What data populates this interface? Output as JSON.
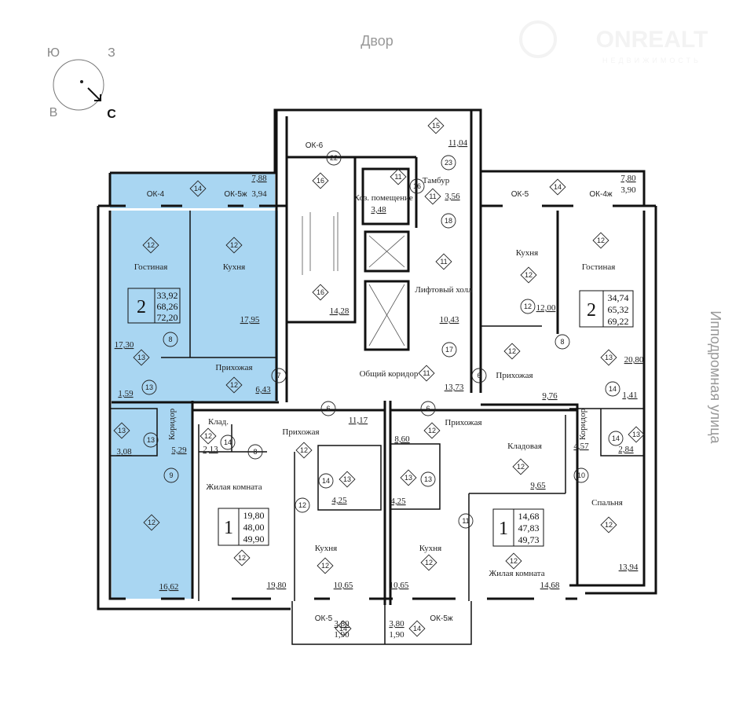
{
  "header": {
    "courtyard": "Двор",
    "street": "Ипподромная улица"
  },
  "logo": {
    "name": "ONREALT",
    "tagline": "НЕДВИЖИМОСТЬ"
  },
  "compass": {
    "south": "Ю",
    "west": "З",
    "east": "В",
    "north": "С"
  },
  "colors": {
    "highlight": "#a9d6f2",
    "walls": "#111111"
  },
  "apt_left_2room": {
    "rooms": 2,
    "living_area": "33,92",
    "total_area": "68,26",
    "total_with_balcony": "72,20",
    "window_1": "ОК-4",
    "window_2": "ОК-5ж",
    "balcony_total": "7,88",
    "balcony_reduced": "3,94",
    "living_room": "Гостиная",
    "kitchen": "Кухня",
    "kitchen_area": "17,95",
    "living_room_area": "17,30",
    "hall": "Прихожая",
    "hall_area": "6,43",
    "wc_area": "1,59",
    "corridor": "Коридор",
    "bath_area": "3,08",
    "corridor_area": "5,29",
    "bedroom_area": "16,62"
  },
  "core": {
    "window": "ОК-6",
    "stair_area": "14,28",
    "utility": "Хоз. помещение",
    "utility_area": "3,48",
    "vestibule": "Тамбур",
    "vestibule_area": "3,56",
    "loggia_area": "11,04",
    "lift_hall": "Лифтовый холл",
    "lift_hall_area": "10,43",
    "corridor": "Общий коридор",
    "corridor_area": "13,73"
  },
  "apt_right_2room": {
    "rooms": 2,
    "living_area": "34,74",
    "total_area": "65,32",
    "total_with_balcony": "69,22",
    "window_1": "ОК-5",
    "window_2": "ОК-4ж",
    "balcony_total": "7,80",
    "balcony_reduced": "3,90",
    "kitchen": "Кухня",
    "kitchen_area": "12,00",
    "living_room": "Гостиная",
    "living_room_area": "20,80",
    "hall": "Прихожая",
    "hall_area": "9,76",
    "wc_area": "1,41",
    "corridor": "Коридор",
    "corridor_area": "4,57",
    "bath_area": "2,84",
    "bedroom": "Спальня",
    "bedroom_area": "13,94"
  },
  "apt_bottom_left_1room": {
    "rooms": 1,
    "living_area": "19,80",
    "total_area": "48,00",
    "total_with_balcony": "49,90",
    "storage": "Клад.",
    "storage_area": "2,13",
    "hall": "Прихожая",
    "hall_area": "11,17",
    "living_room": "Жилая комната",
    "living_room_area": "19,80",
    "bath_area": "4,25",
    "kitchen": "Кухня",
    "kitchen_area": "10,65",
    "window": "ОК-5",
    "balcony_total": "3,80",
    "balcony_reduced": "1,90"
  },
  "apt_bottom_right_1room": {
    "rooms": 1,
    "living_area": "14,68",
    "total_area": "47,83",
    "total_with_balcony": "49,73",
    "hall": "Прихожая",
    "hall_area": "8,60",
    "storage": "Кладовая",
    "storage_area": "9,65",
    "bath_area": "4,25",
    "kitchen": "Кухня",
    "kitchen_area": "10,65",
    "living_room": "Жилая комната",
    "living_room_area": "14,68",
    "window": "ОК-5ж",
    "balcony_total": "3,80",
    "balcony_reduced": "1,90"
  },
  "markers": [
    "14",
    "12",
    "12",
    "8",
    "13",
    "12",
    "13",
    "7",
    "13",
    "13",
    "9",
    "12",
    "22",
    "16",
    "16",
    "15",
    "23",
    "11",
    "16",
    "11",
    "18",
    "11",
    "17",
    "11",
    "6",
    "14",
    "12",
    "12",
    "12",
    "8",
    "13",
    "14",
    "12",
    "6",
    "6",
    "12",
    "14",
    "8",
    "12",
    "14",
    "13",
    "12",
    "12",
    "12",
    "14",
    "12",
    "13",
    "13",
    "12",
    "11",
    "12",
    "12",
    "14",
    "14",
    "13",
    "10",
    "12"
  ]
}
